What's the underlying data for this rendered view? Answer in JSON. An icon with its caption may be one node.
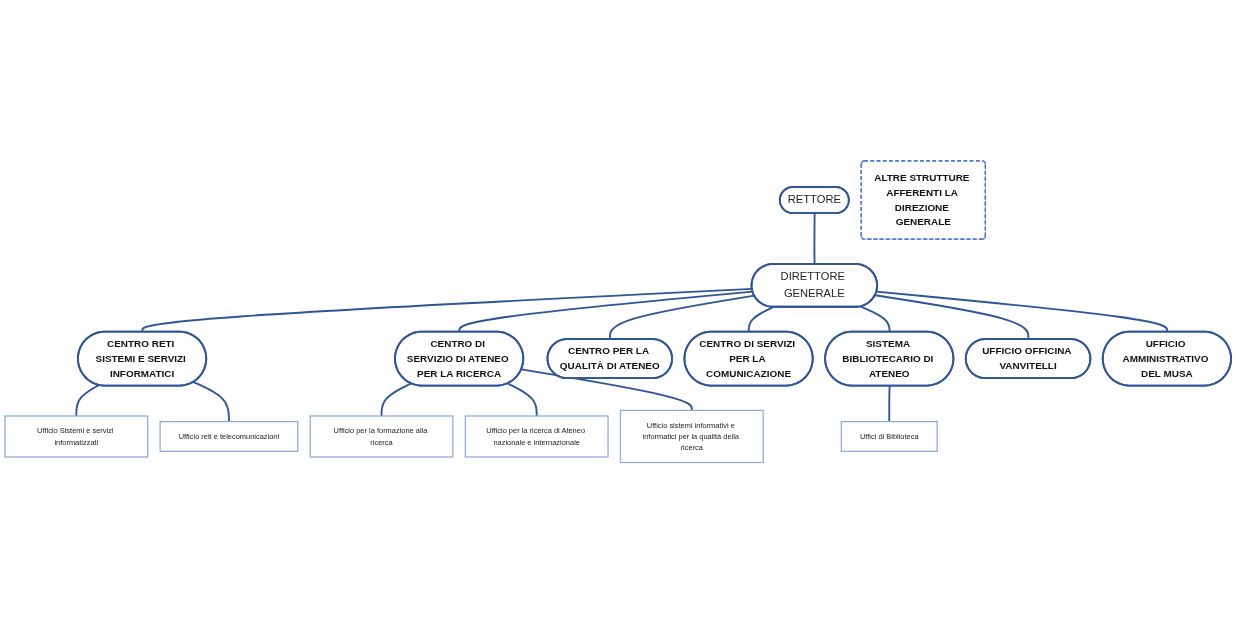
{
  "diagram": {
    "nodes": [
      {
        "text": [
          "RETTORE"
        ]
      },
      {
        "text": [
          "DIRETTORE GENERALE"
        ]
      },
      {
        "text": [
          "ALTRE STRUTTURE AFFERENTI LA DIREZIONE GENERALE"
        ]
      },
      {
        "text": [
          "CENTRO RETI SISTEMI E SERVIZI INFORMATICI"
        ]
      },
      {
        "text": [
          "CENTRO DI SERVIZIO DI ATENEO PER LA RICERCA"
        ]
      },
      {
        "text": [
          "CENTRO PER LA QUALITÀ DI ATENEO"
        ]
      },
      {
        "text": [
          "CENTRO DI SERVIZI PER LA COMUNICAZIONE"
        ]
      },
      {
        "text": [
          "SISTEMA BIBLIOTECARIO DI ATENEO"
        ]
      },
      {
        "text": [
          "UFFICIO OFFICINA VANVITELLI"
        ]
      },
      {
        "text": [
          "UFFICIO AMMINISTRATIVO DEL MUSA"
        ]
      },
      {
        "text": [
          "Ufficio Sistemi e servizi informatizzati"
        ]
      },
      {
        "text": [
          "Ufficio reti e telecomunicazioni"
        ]
      },
      {
        "text": [
          "Ufficio per la formazione alla ricerca"
        ]
      },
      {
        "text": [
          "Ufficio per la ricerca di Ateneo nazionale e internazionale"
        ]
      },
      {
        "text": [
          "Ufficio sistemi informativi e informatici per la qualità della ricerca"
        ]
      },
      {
        "text": [
          "Uffici di Biblioteca"
        ]
      }
    ],
    "edges": [
      {
        "from": 0,
        "to": 1,
        "arrow": "none"
      },
      {
        "from": 1,
        "to": 3,
        "arrow": "none"
      },
      {
        "from": 1,
        "to": 4,
        "arrow": "none"
      },
      {
        "from": 1,
        "to": 5,
        "arrow": "none"
      },
      {
        "from": 1,
        "to": 6,
        "arrow": "none"
      },
      {
        "from": 1,
        "to": 7,
        "arrow": "none"
      },
      {
        "from": 1,
        "to": 8,
        "arrow": "none"
      },
      {
        "from": 1,
        "to": 9,
        "arrow": "none"
      },
      {
        "from": 3,
        "to": 10,
        "arrow": "none"
      },
      {
        "from": 3,
        "to": 11,
        "arrow": "none"
      },
      {
        "from": 4,
        "to": 12,
        "arrow": "none"
      },
      {
        "from": 4,
        "to": 13,
        "arrow": "none"
      },
      {
        "from": 4,
        "to": 14,
        "arrow": "none"
      },
      {
        "from": 7,
        "to": 15,
        "arrow": "none"
      }
    ]
  }
}
